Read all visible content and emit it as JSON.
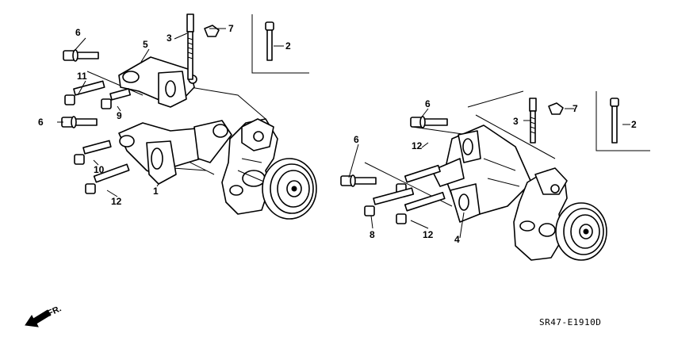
{
  "callouts": {
    "c1": "1",
    "c2a": "2",
    "c2b": "2",
    "c3a": "3",
    "c3b": "3",
    "c4": "4",
    "c5": "5",
    "c6a": "6",
    "c6b": "6",
    "c6c": "6",
    "c6d": "6",
    "c7a": "7",
    "c7b": "7",
    "c8": "8",
    "c9": "9",
    "c10": "10",
    "c11": "11",
    "c12a": "12",
    "c12b": "12",
    "c12c": "12"
  },
  "direction_label": "FR.",
  "diagram_code": "SR47-E1910D"
}
